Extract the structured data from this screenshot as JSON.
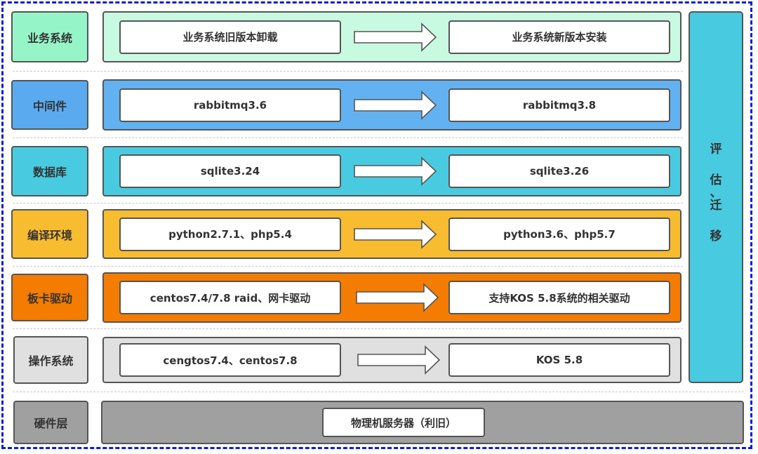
{
  "diagram": {
    "side_panel": {
      "chars": [
        "评",
        "估",
        "、",
        "迁",
        "移"
      ],
      "color": "#48cbe0"
    },
    "layers": [
      {
        "name": "业务系统",
        "label_color": "#96f5c8",
        "band_color": "#c8fae1",
        "from": "业务系统旧版本卸载",
        "to": "业务系统新版本安装"
      },
      {
        "name": "中间件",
        "label_color": "#5aaaf0",
        "band_color": "#62b2f2",
        "from": "rabbitmq3.6",
        "to": "rabbitmq3.8"
      },
      {
        "name": "数据库",
        "label_color": "#48cbe0",
        "band_color": "#48cbe0",
        "from": "sqlite3.24",
        "to": "sqlite3.26"
      },
      {
        "name": "编译环境",
        "label_color": "#f8bc30",
        "band_color": "#f8bc30",
        "from": "python2.7.1、php5.4",
        "to": "python3.6、php5.7"
      },
      {
        "name": "板卡驱动",
        "label_color": "#f47c00",
        "band_color": "#f47c00",
        "from": "centos7.4/7.8 raid、网卡驱动",
        "to": "支持KOS 5.8系统的相关驱动"
      },
      {
        "name": "操作系统",
        "label_color": "#e0e0e0",
        "band_color": "#e0e0e0",
        "from": "cengtos7.4、centos7.8",
        "to": "KOS 5.8"
      }
    ],
    "hardware": {
      "name": "硬件层",
      "label_color": "#a0a0a0",
      "band_color": "#a0a0a0",
      "content": "物理机服务器（利旧）"
    },
    "frame_color": "#0a18f0"
  }
}
